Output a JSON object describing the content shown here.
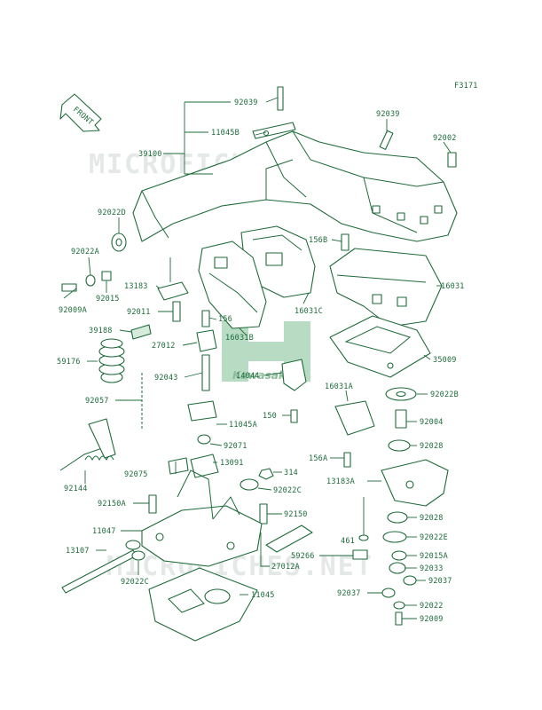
{
  "figure_code": "F3171",
  "front_arrow": "FRONT",
  "logo_text": "Kawasaki",
  "watermark": "MICROFICHES.NET",
  "parts": [
    {
      "id": "p0",
      "num": "92039"
    },
    {
      "id": "p1",
      "num": "11045B"
    },
    {
      "id": "p2",
      "num": "39100"
    },
    {
      "id": "p3",
      "num": "92039"
    },
    {
      "id": "p4",
      "num": "92002"
    },
    {
      "id": "p5",
      "num": "92022D"
    },
    {
      "id": "p6",
      "num": "92022A"
    },
    {
      "id": "p7",
      "num": "92009A"
    },
    {
      "id": "p8",
      "num": "92015"
    },
    {
      "id": "p9",
      "num": "13183"
    },
    {
      "id": "p10",
      "num": "156B"
    },
    {
      "id": "p11",
      "num": "16031"
    },
    {
      "id": "p12",
      "num": "16031C"
    },
    {
      "id": "p13",
      "num": "92011"
    },
    {
      "id": "p14",
      "num": "156"
    },
    {
      "id": "p15",
      "num": "39188"
    },
    {
      "id": "p16",
      "num": "27012"
    },
    {
      "id": "p17",
      "num": "16031B"
    },
    {
      "id": "p18",
      "num": "59176"
    },
    {
      "id": "p19",
      "num": "35009"
    },
    {
      "id": "p20",
      "num": "92043"
    },
    {
      "id": "p21",
      "num": "14044"
    },
    {
      "id": "p22",
      "num": "92022B"
    },
    {
      "id": "p23",
      "num": "16031A"
    },
    {
      "id": "p24",
      "num": "92057"
    },
    {
      "id": "p25",
      "num": "11045A"
    },
    {
      "id": "p26",
      "num": "92004"
    },
    {
      "id": "p27",
      "num": "150"
    },
    {
      "id": "p28",
      "num": "92071"
    },
    {
      "id": "p29",
      "num": "92028"
    },
    {
      "id": "p30",
      "num": "156A"
    },
    {
      "id": "p31",
      "num": "92075"
    },
    {
      "id": "p32",
      "num": "13091"
    },
    {
      "id": "p33",
      "num": "314"
    },
    {
      "id": "p34",
      "num": "92144"
    },
    {
      "id": "p35",
      "num": "92022C"
    },
    {
      "id": "p36",
      "num": "13183A"
    },
    {
      "id": "p37",
      "num": "92150A"
    },
    {
      "id": "p38",
      "num": "92150"
    },
    {
      "id": "p39",
      "num": "92028"
    },
    {
      "id": "p40",
      "num": "11047"
    },
    {
      "id": "p41",
      "num": "461"
    },
    {
      "id": "p42",
      "num": "92022E"
    },
    {
      "id": "p43",
      "num": "13107"
    },
    {
      "id": "p44",
      "num": "59266"
    },
    {
      "id": "p45",
      "num": "92015A"
    },
    {
      "id": "p46",
      "num": "27012A"
    },
    {
      "id": "p47",
      "num": "92033"
    },
    {
      "id": "p48",
      "num": "92022C"
    },
    {
      "id": "p49",
      "num": "92037"
    },
    {
      "id": "p50",
      "num": "11045"
    },
    {
      "id": "p51",
      "num": "92037"
    },
    {
      "id": "p52",
      "num": "92022"
    },
    {
      "id": "p53",
      "num": "92009"
    }
  ]
}
